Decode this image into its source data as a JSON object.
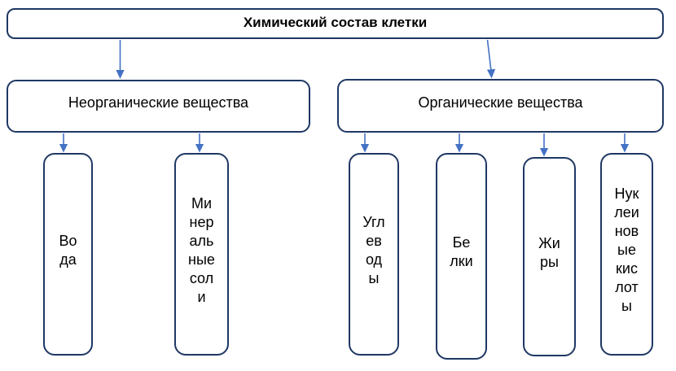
{
  "colors": {
    "box_border": "#1F3864",
    "arrow": "#4472C4",
    "text": "#000000",
    "background": "#FFFFFF"
  },
  "diagram": {
    "title": "Химический состав клетки",
    "branches": [
      {
        "label": "Неорганические вещества",
        "children": [
          {
            "label": "Во\nда"
          },
          {
            "label": "Ми\nнер\nаль\nные\nсол\nи"
          }
        ]
      },
      {
        "label": "Органические вещества",
        "children": [
          {
            "label": "Угл\nев\nод\nы"
          },
          {
            "label": "Бе\nлки"
          },
          {
            "label": "Жи\nры"
          },
          {
            "label": "Нук\nлеи\nнов\nые\nкис\nлот\nы"
          }
        ]
      }
    ]
  }
}
